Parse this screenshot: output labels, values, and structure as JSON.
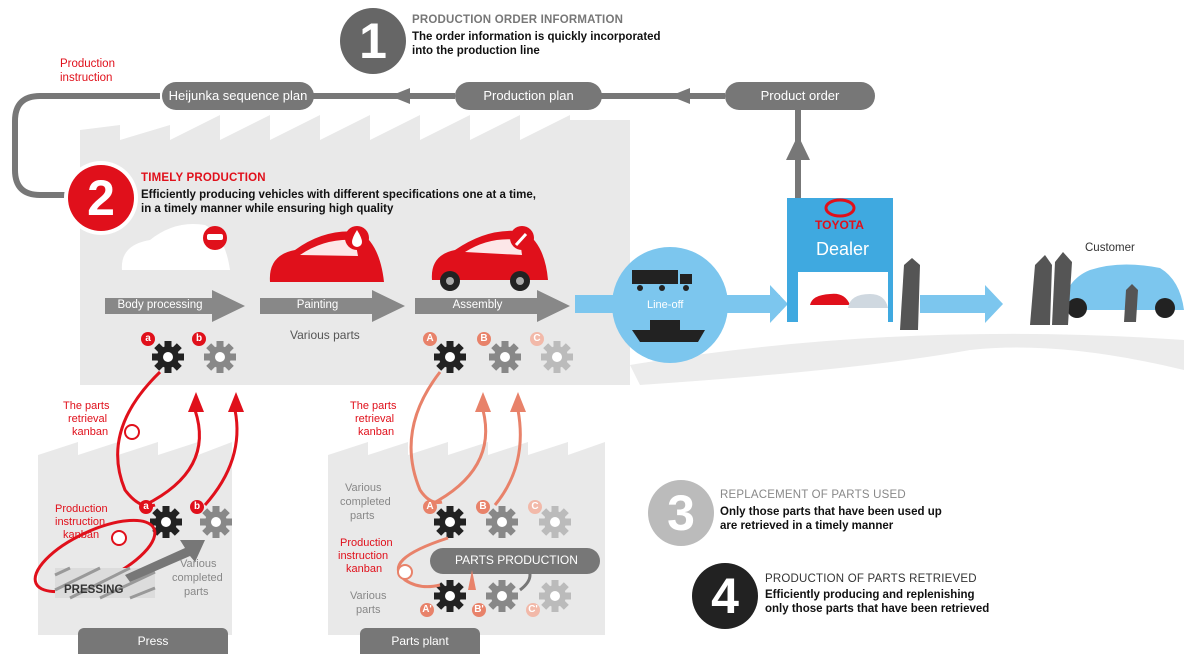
{
  "step1": {
    "number": "1",
    "title": "PRODUCTION ORDER INFORMATION",
    "desc": [
      "The order information is quickly incorporated",
      "into the production line"
    ]
  },
  "step2": {
    "number": "2",
    "title": "TIMELY PRODUCTION",
    "desc": [
      "Efficiently producing vehicles with different specifications one at a time,",
      "in a timely manner while ensuring high quality"
    ]
  },
  "step3": {
    "number": "3",
    "title": "REPLACEMENT OF PARTS USED",
    "desc": [
      "Only those parts that have been used up",
      "are retrieved in a timely manner"
    ]
  },
  "step4": {
    "number": "4",
    "title": "PRODUCTION OF PARTS RETRIEVED",
    "desc": [
      "Efficiently producing and replenishing",
      "only those parts that have been retrieved"
    ]
  },
  "flow": {
    "production_instruction": [
      "Production",
      "instruction"
    ],
    "heijunka": "Heijunka sequence plan",
    "production_plan": "Production plan",
    "product_order": "Product order"
  },
  "processes": {
    "body": "Body processing",
    "painting": "Painting",
    "assembly": "Assembly",
    "various_parts": "Various parts"
  },
  "dealer": {
    "brand": "TOYOTA",
    "label": "Dealer"
  },
  "lineoff": "Line-off",
  "customer": "Customer",
  "press": {
    "base": "Press",
    "retrieval_kanban": [
      "The parts",
      "retrieval",
      "kanban"
    ],
    "instruction_kanban": [
      "Production",
      "instruction",
      "kanban"
    ],
    "pressing": "PRESSING",
    "completed": [
      "Various",
      "completed",
      "parts"
    ]
  },
  "parts_plant": {
    "base": "Parts plant",
    "retrieval_kanban": [
      "The parts",
      "retrieval",
      "kanban"
    ],
    "completed": [
      "Various",
      "completed",
      "parts"
    ],
    "instruction_kanban": [
      "Production",
      "instruction",
      "kanban"
    ],
    "various_parts": [
      "Various",
      "parts"
    ],
    "parts_production": "PARTS PRODUCTION"
  },
  "gear_labels": {
    "a": "a",
    "b": "b",
    "A": "A",
    "B": "B",
    "C": "C",
    "A2": "A'",
    "B2": "B'",
    "C2": "C'"
  },
  "colors": {
    "red": "#e0101b",
    "salmon": "#e8826a",
    "grey": "#777777",
    "light_grey": "#e9e9e9",
    "blue": "#7cc6ee",
    "dealer_blue": "#3fa9e0"
  }
}
